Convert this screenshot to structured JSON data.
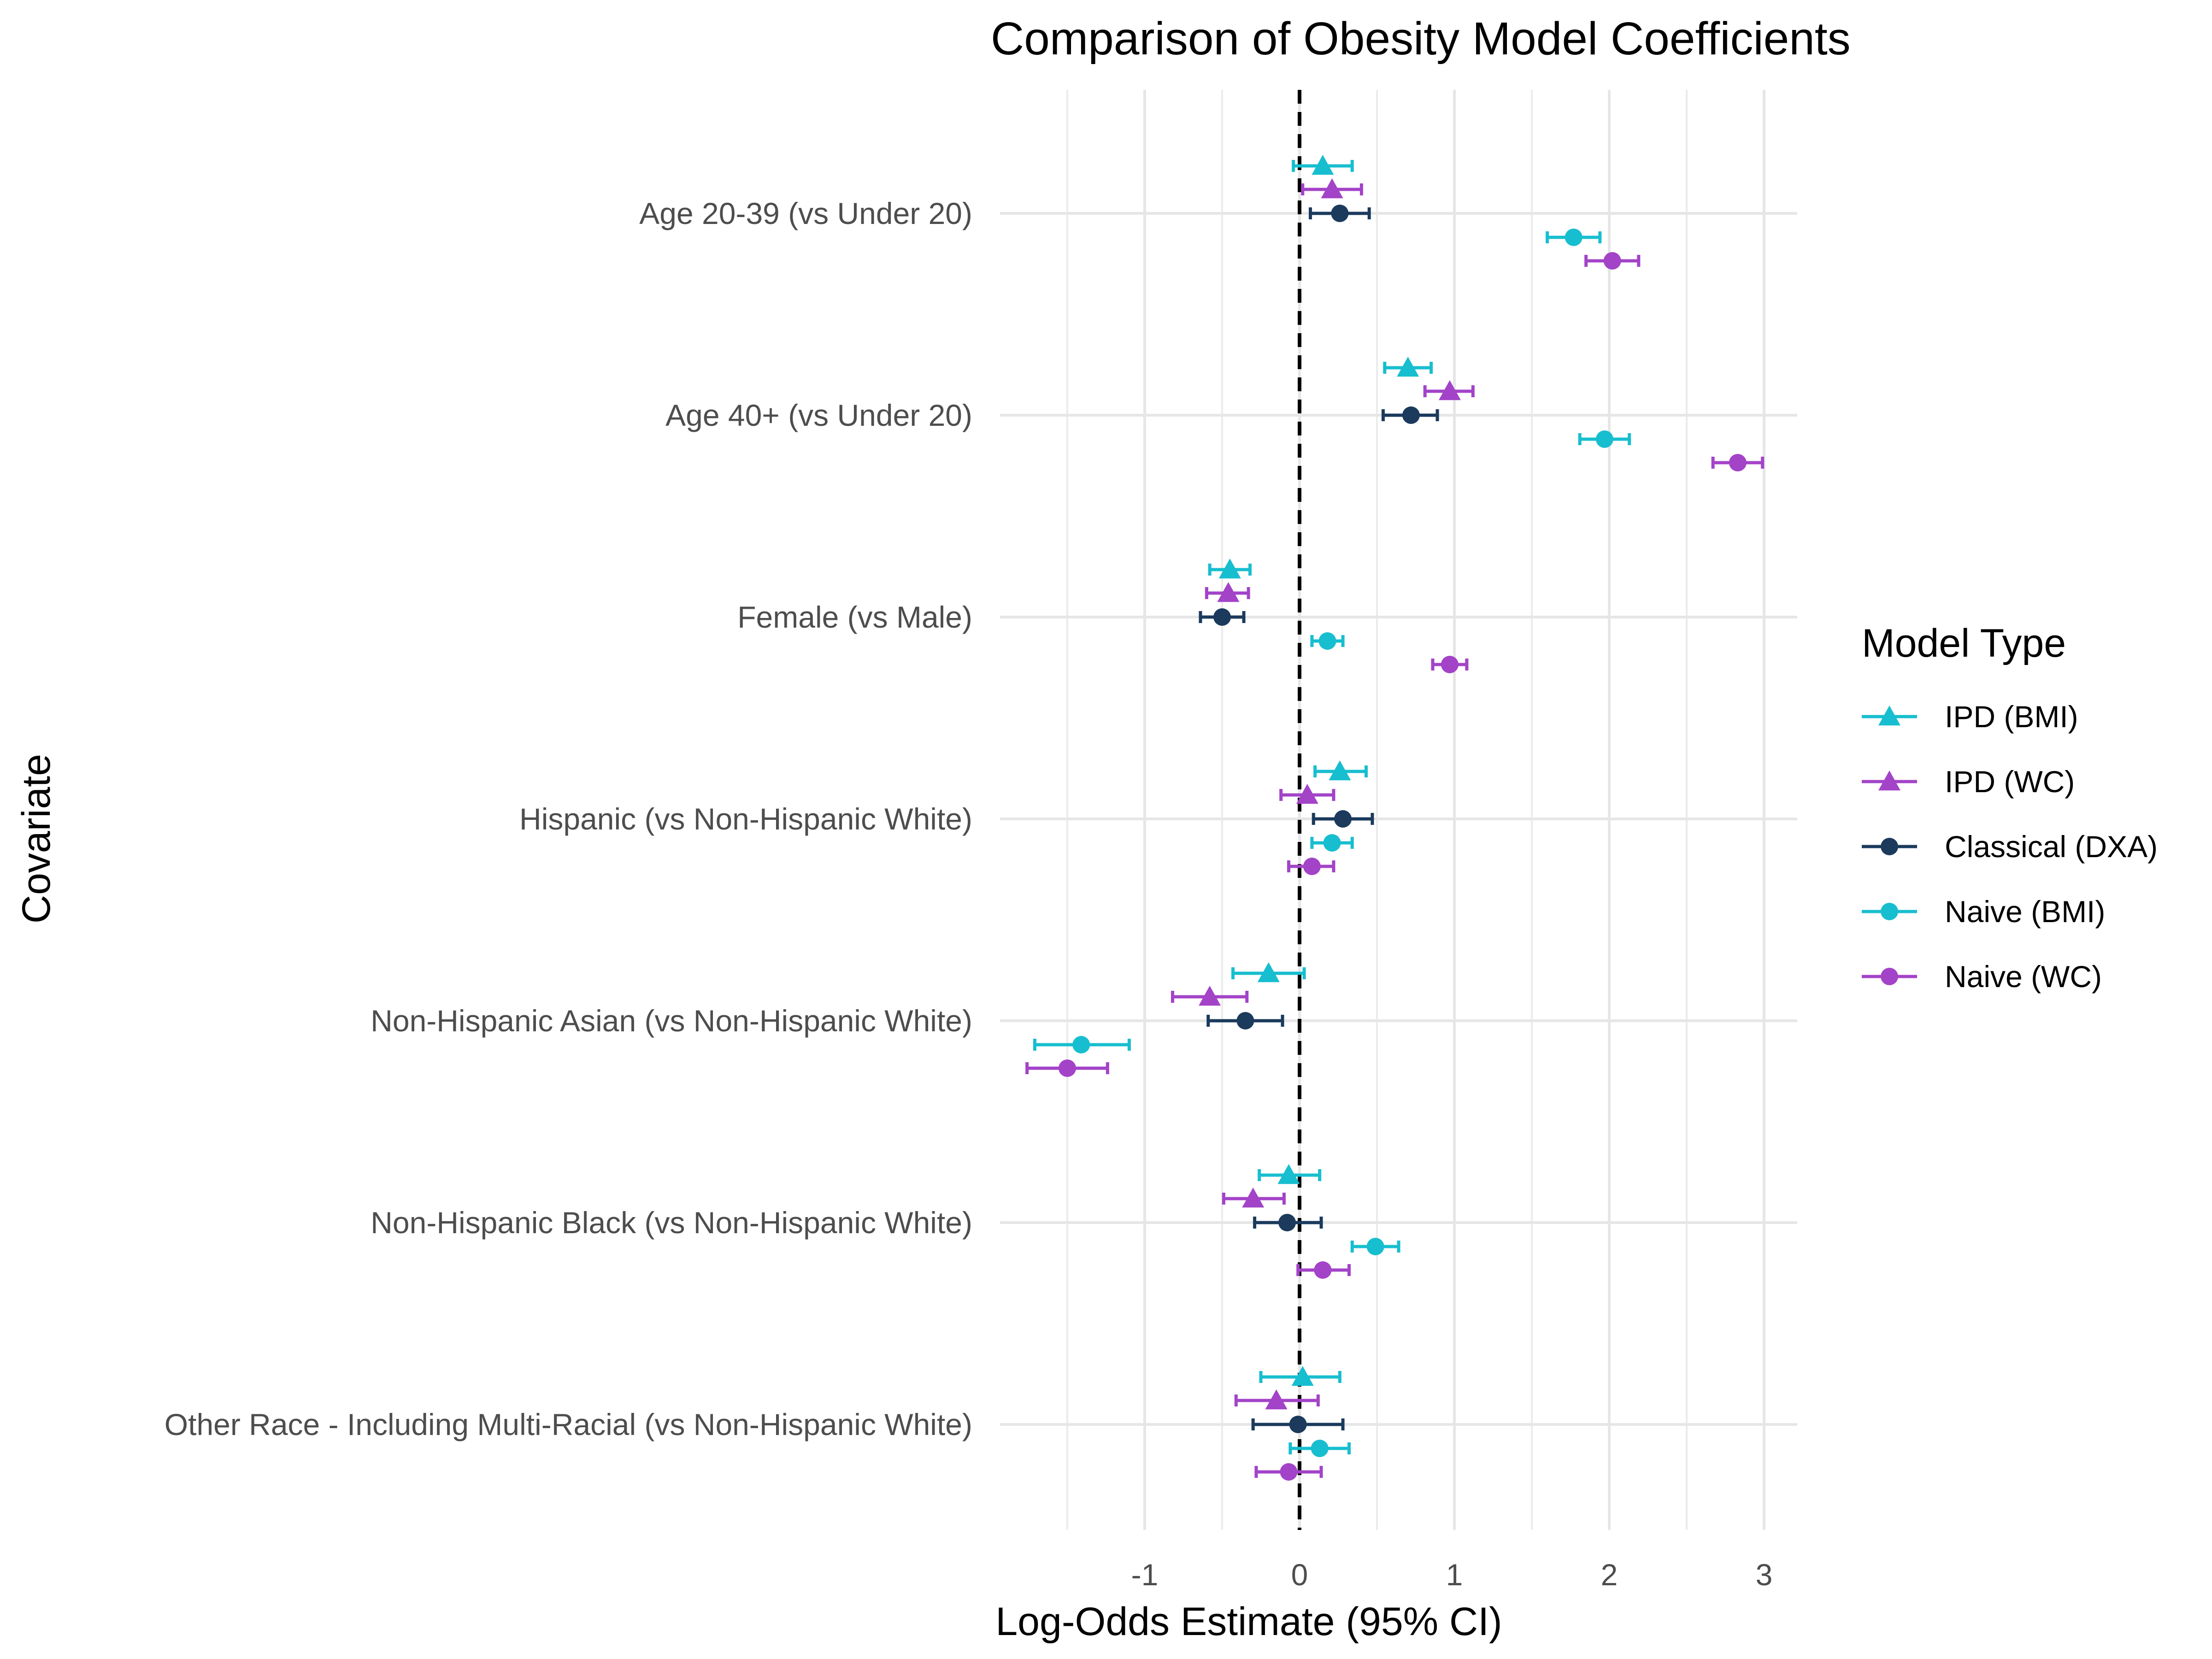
{
  "chart_data": {
    "type": "scatter",
    "subtype": "forest-plot",
    "title": "Comparison of Obesity Model Coefficients",
    "xlabel": "Log-Odds Estimate (95% CI)",
    "ylabel": "Covariate",
    "xlim": [
      -1.9,
      3.2
    ],
    "xticks": [
      -1,
      0,
      1,
      2,
      3
    ],
    "xtick_labels": [
      "-1",
      "0",
      "1",
      "2",
      "3"
    ],
    "reference_line": 0,
    "grid": true,
    "legend_title": "Model Type",
    "legend_position": "right",
    "categories": [
      "Age 20-39 (vs Under 20)",
      "Age 40+ (vs Under 20)",
      "Female (vs Male)",
      "Hispanic (vs Non-Hispanic White)",
      "Non-Hispanic Asian (vs Non-Hispanic White)",
      "Non-Hispanic Black (vs Non-Hispanic White)",
      "Other Race - Including Multi-Racial (vs Non-Hispanic White)"
    ],
    "series": [
      {
        "name": "IPD (BMI)",
        "color": "#17becf",
        "marker": "triangle",
        "estimates": [
          0.15,
          0.7,
          -0.45,
          0.26,
          -0.2,
          -0.07,
          0.02
        ],
        "lower": [
          -0.04,
          0.55,
          -0.58,
          0.1,
          -0.43,
          -0.26,
          -0.25
        ],
        "upper": [
          0.34,
          0.85,
          -0.32,
          0.43,
          0.03,
          0.13,
          0.26
        ]
      },
      {
        "name": "IPD (WC)",
        "color": "#a343c8",
        "marker": "triangle",
        "estimates": [
          0.21,
          0.97,
          -0.46,
          0.05,
          -0.58,
          -0.3,
          -0.15
        ],
        "lower": [
          0.02,
          0.81,
          -0.6,
          -0.12,
          -0.82,
          -0.49,
          -0.41
        ],
        "upper": [
          0.4,
          1.12,
          -0.33,
          0.22,
          -0.34,
          -0.1,
          0.12
        ]
      },
      {
        "name": "Classical (DXA)",
        "color": "#1b3a5c",
        "marker": "circle",
        "estimates": [
          0.26,
          0.72,
          -0.5,
          0.28,
          -0.35,
          -0.08,
          -0.01
        ],
        "lower": [
          0.07,
          0.54,
          -0.64,
          0.09,
          -0.59,
          -0.29,
          -0.3
        ],
        "upper": [
          0.45,
          0.89,
          -0.36,
          0.47,
          -0.11,
          0.14,
          0.28
        ]
      },
      {
        "name": "Naive (BMI)",
        "color": "#17becf",
        "marker": "circle",
        "estimates": [
          1.77,
          1.97,
          0.18,
          0.21,
          -1.41,
          0.49,
          0.13
        ],
        "lower": [
          1.6,
          1.81,
          0.08,
          0.08,
          -1.71,
          0.34,
          -0.06
        ],
        "upper": [
          1.94,
          2.13,
          0.28,
          0.34,
          -1.1,
          0.64,
          0.32
        ]
      },
      {
        "name": "Naive (WC)",
        "color": "#a343c8",
        "marker": "circle",
        "estimates": [
          2.02,
          2.83,
          0.97,
          0.08,
          -1.5,
          0.15,
          -0.07
        ],
        "lower": [
          1.85,
          2.67,
          0.86,
          -0.07,
          -1.76,
          -0.01,
          -0.28
        ],
        "upper": [
          2.19,
          2.99,
          1.08,
          0.22,
          -1.24,
          0.32,
          0.14
        ]
      }
    ]
  }
}
